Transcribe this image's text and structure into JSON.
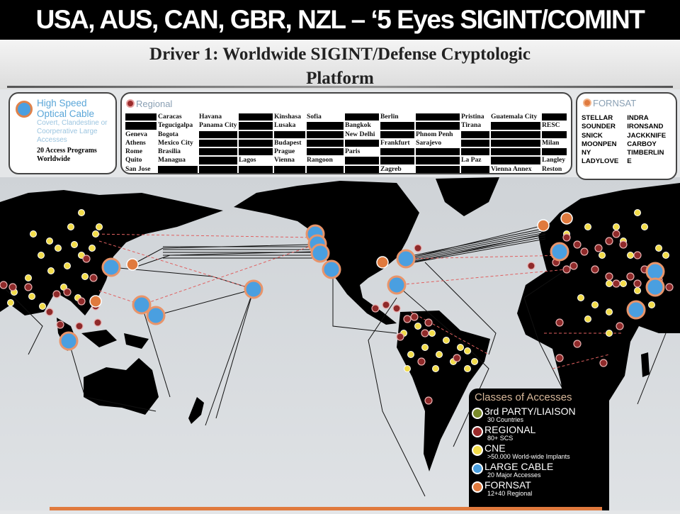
{
  "title": "USA, AUS, CAN, GBR, NZL – ‘5 Eyes SIGINT/COMINT",
  "subtitle_line1": "Driver 1:  Worldwide  SIGINT/Defense  Cryptologic",
  "subtitle_line2": "Platform",
  "high_speed": {
    "title_1": "High Speed",
    "title_2": "Optical Cable",
    "desc": "Covert, Clandestine or Coorperative Large Accesses",
    "count_1": "20 Access Programs",
    "count_2": "Worldwide"
  },
  "regional": {
    "title": "Regional",
    "rows": [
      [
        "",
        "Caracas",
        "Havana",
        "",
        "Kinshasa",
        "Sofia",
        "",
        "Berlin",
        "",
        "Pristina",
        "Guatemala City",
        ""
      ],
      [
        "",
        "Tegucigalpa",
        "Panama City",
        "",
        "Lusaka",
        "",
        "Bangkok",
        "",
        "",
        "Tirana",
        "",
        "RESC"
      ],
      [
        "Geneva",
        "Bogota",
        "",
        "",
        "",
        "",
        "New Delhi",
        "",
        "Phnom Penh",
        "",
        "",
        ""
      ],
      [
        "Athens",
        "Mexico City",
        "",
        "",
        "Budapest",
        "",
        "",
        "Frankfurt",
        "Sarajevo",
        "",
        "",
        "Milan"
      ],
      [
        "Rome",
        "Brasilia",
        "",
        "",
        "Prague",
        "",
        "Paris",
        "",
        "",
        "",
        "",
        ""
      ],
      [
        "Quito",
        "Managua",
        "",
        "Lagos",
        "Vienna",
        "Rangoon",
        "",
        "",
        "",
        "La Paz",
        "",
        "Langley"
      ],
      [
        "San Jose",
        "",
        "",
        "",
        "",
        "",
        "",
        "Zagreb",
        "",
        "",
        "Vienna Annex",
        "Reston"
      ]
    ]
  },
  "fornsat": {
    "title": "FORNSAT",
    "col1": [
      "STELLAR",
      "SOUNDER",
      "SNICK",
      "MOONPEN",
      "NY",
      "LADYLOVE"
    ],
    "col2": [
      "INDRA",
      "IRONSAND",
      "JACKKNIFE",
      "CARBOY",
      "TIMBERLIN",
      "E"
    ]
  },
  "legend": {
    "title": "Classes of Accesses",
    "items": [
      {
        "name": "3rd PARTY/LIAISON",
        "sub": "30 Countries",
        "color": "#7a8a2a"
      },
      {
        "name": "REGIONAL",
        "sub": "80+ SCS",
        "color": "#9b2b2b"
      },
      {
        "name": "CNE",
        "sub": ">50.000 World-wide Implants",
        "color": "#f2dc4a"
      },
      {
        "name": "LARGE CABLE",
        "sub": "20 Major Accesses",
        "color": "#4a9fe0"
      },
      {
        "name": "FORNSAT",
        "sub": "12+40 Regional",
        "color": "#e07a3e"
      }
    ]
  }
}
